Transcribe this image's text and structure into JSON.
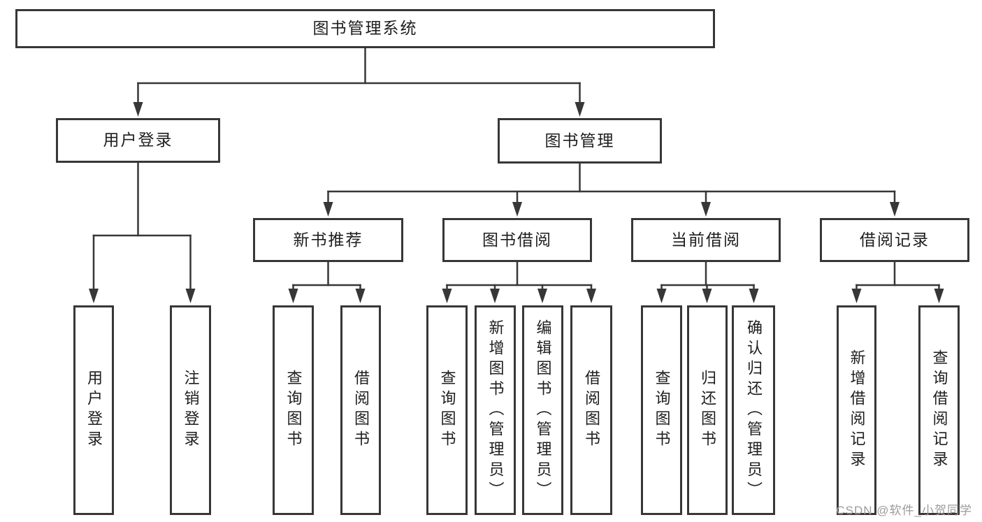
{
  "diagram": {
    "type": "tree",
    "title": "图书管理系统"
  },
  "tree": {
    "label": "图书管理系统",
    "children": [
      {
        "label": "用户登录",
        "children": [
          {
            "label": "用户登录"
          },
          {
            "label": "注销登录"
          }
        ]
      },
      {
        "label": "图书管理",
        "children": [
          {
            "label": "新书推荐",
            "children": [
              {
                "label": "查询图书"
              },
              {
                "label": "借阅图书"
              }
            ]
          },
          {
            "label": "图书借阅",
            "children": [
              {
                "label": "查询图书"
              },
              {
                "label": "新增图书（管理员）"
              },
              {
                "label": "编辑图书（管理员）"
              },
              {
                "label": "借阅图书"
              }
            ]
          },
          {
            "label": "当前借阅",
            "children": [
              {
                "label": "查询图书"
              },
              {
                "label": "归还图书"
              },
              {
                "label": "确认归还（管理员）"
              }
            ]
          },
          {
            "label": "借阅记录",
            "children": [
              {
                "label": "新增借阅记录"
              },
              {
                "label": "查询借阅记录"
              }
            ]
          }
        ]
      }
    ]
  },
  "watermark": {
    "text": "CSDN @软件_小贺同学"
  },
  "colors": {
    "line": "#373737",
    "box_border": "#373737",
    "box_fill": "#ffffff",
    "text": "#1e1e1e",
    "watermark": "#9b9b9b",
    "background": "#ffffff"
  }
}
